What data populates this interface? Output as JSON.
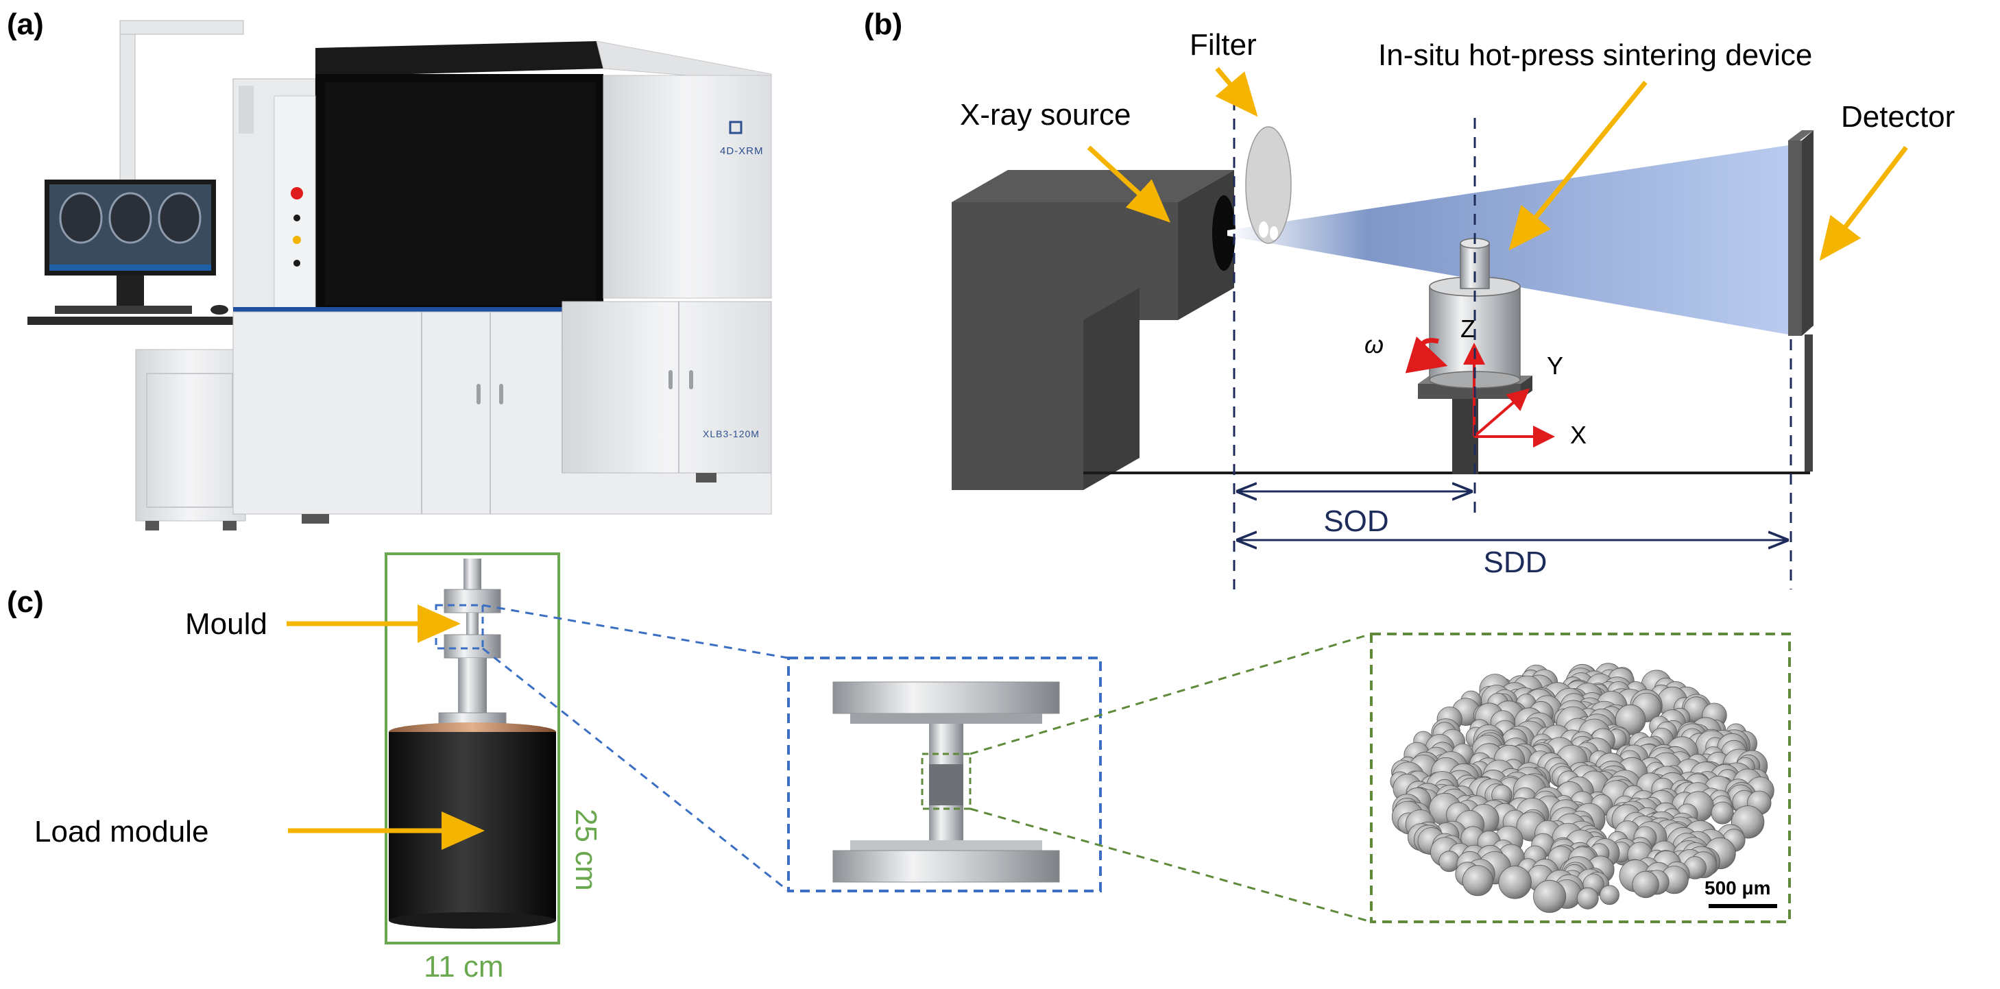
{
  "panels": {
    "a": {
      "label": "(a)",
      "brand": "4D-XRM",
      "model": "XLB3-120M"
    },
    "b": {
      "label": "(b)",
      "xray_source": "X-ray source",
      "filter": "Filter",
      "device": "In-situ hot-press sintering device",
      "detector": "Detector",
      "omega": "ω",
      "axis_z": "Z",
      "axis_y": "Y",
      "axis_x": "X",
      "sod": "SOD",
      "sdd": "SDD"
    },
    "c": {
      "label": "(c)",
      "mould": "Mould",
      "load_module": "Load module",
      "height": "25 cm",
      "width": "11 cm",
      "scale_bar": "500 μm"
    }
  },
  "colors": {
    "arrow_yellow": "#f5b400",
    "dim_navy": "#1c2b5a",
    "axis_red": "#e01b1b",
    "box_green": "#6aa84f",
    "dash_blue": "#3a6fc4",
    "dash_green": "#5e8a3a",
    "beam_blue": "#8fa8d6"
  }
}
